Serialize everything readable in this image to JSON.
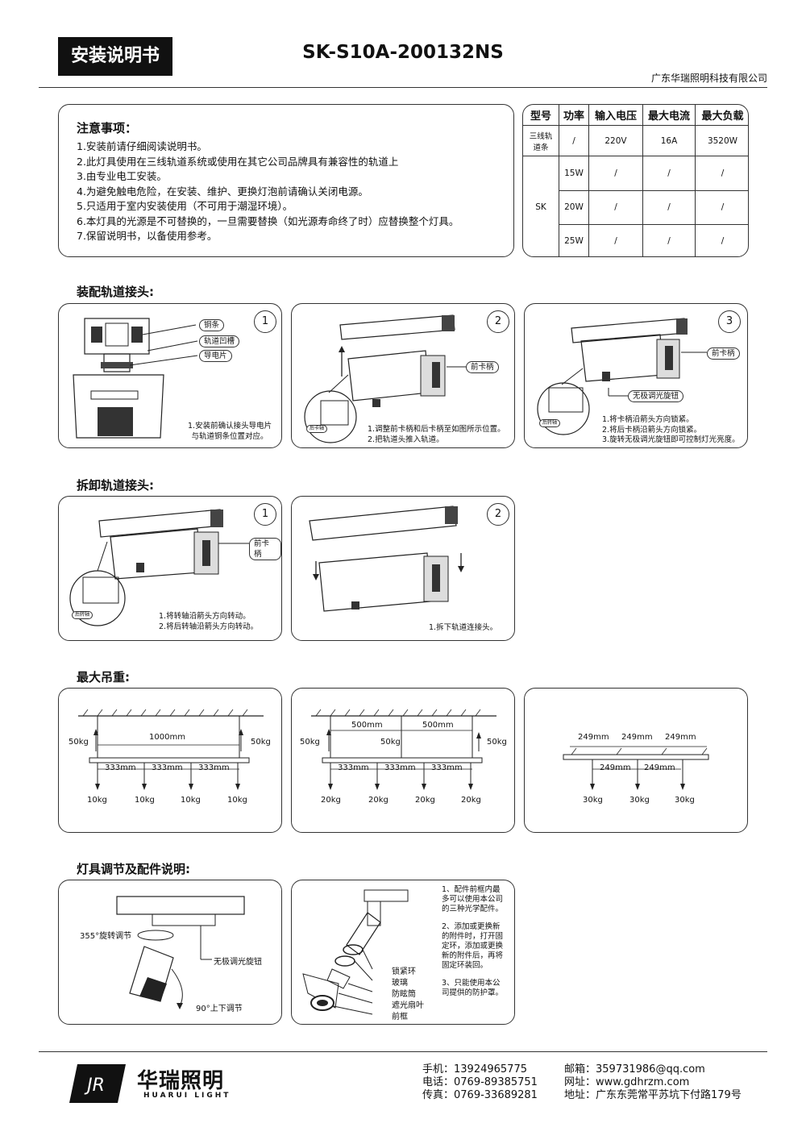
{
  "header": {
    "tag": "安装说明书",
    "model": "SK-S10A-200132NS",
    "company": "广东华瑞照明科技有限公司"
  },
  "notice": {
    "title": "注意事项：",
    "items": [
      "1.安装前请仔细阅读说明书。",
      "2.此灯具使用在三线轨道系统或使用在其它公司品牌具有兼容性的轨道上",
      "3.由专业电工安装。",
      "4.为避免触电危险，在安装、维护、更换灯泡前请确认关闭电源。",
      "5.只适用于室内安装使用（不可用于潮湿环境）。",
      "6.本灯具的光源是不可替换的，一旦需要替换（如光源寿命终了时）应替换整个灯具。",
      "7.保留说明书，以备使用参考。"
    ]
  },
  "spec_table": {
    "headers": [
      "型号",
      "功率",
      "输入电压",
      "最大电流",
      "最大负载"
    ],
    "track_row": {
      "model": "三线轨道条",
      "power": "/",
      "voltage": "220V",
      "current": "16A",
      "load": "3520W"
    },
    "sk_model": "SK",
    "sk_rows": [
      {
        "power": "15W",
        "voltage": "/",
        "current": "/",
        "load": "/"
      },
      {
        "power": "20W",
        "voltage": "/",
        "current": "/",
        "load": "/"
      },
      {
        "power": "25W",
        "voltage": "/",
        "current": "/",
        "load": "/"
      }
    ]
  },
  "assembly": {
    "title": "装配轨道接头:",
    "panels": [
      {
        "num": "1",
        "labels": [
          "铜条",
          "轨道凹槽",
          "导电片"
        ],
        "note": [
          "1.安装前确认接头导电片",
          "与轨道铜条位置对应。"
        ]
      },
      {
        "num": "2",
        "labels": [
          "前卡柄",
          "后卡轴"
        ],
        "note": [
          "1.调整前卡柄和后卡柄至如图所示位置。",
          "2.把轨道头推入轨道。"
        ]
      },
      {
        "num": "3",
        "labels": [
          "前卡柄",
          "无极调光旋钮",
          "后转轴"
        ],
        "note": [
          "1.将卡柄沿箭头方向锁紧。",
          "2.将后卡柄沿箭头方向锁紧。",
          "3.旋转无极调光旋钮即可控制灯光亮度。"
        ]
      }
    ]
  },
  "removal": {
    "title": "拆卸轨道接头:",
    "panels": [
      {
        "num": "1",
        "labels": [
          "前卡柄",
          "后转轴"
        ],
        "note": [
          "1.将转轴沿箭头方向转动。",
          "2.将后转轴沿箭头方向转动。"
        ]
      },
      {
        "num": "2",
        "labels": [],
        "note": [
          "1.拆下轨道连接头。"
        ]
      }
    ]
  },
  "max_weight": {
    "title": "最大吊重:",
    "panel1": {
      "span": "1000mm",
      "side": "50kg",
      "segs": [
        "333mm",
        "333mm",
        "333mm"
      ],
      "loads": [
        "10kg",
        "10kg",
        "10kg",
        "10kg"
      ]
    },
    "panel2": {
      "spans": [
        "500mm",
        "500mm"
      ],
      "side": "50kg",
      "mid": "50kg",
      "segs": [
        "333mm",
        "333mm",
        "333mm"
      ],
      "loads": [
        "20kg",
        "20kg",
        "20kg",
        "20kg"
      ]
    },
    "panel3": {
      "top": [
        "249mm",
        "249mm",
        "249mm"
      ],
      "bottom": [
        "249mm",
        "249mm"
      ],
      "loads": [
        "30kg",
        "30kg",
        "30kg"
      ]
    }
  },
  "adjust": {
    "title": "灯具调节及配件说明:",
    "rotate": "355°旋转调节",
    "knob": "无极调光旋钮",
    "tilt": "90°上下调节",
    "parts": [
      "锁紧环",
      "玻璃",
      "防眩筒",
      "遮光扇叶",
      "前框"
    ],
    "desc": [
      "1、配件前框内最多可以使用本公司的三种光学配件。",
      "2、添加或更换新的附件时，打开固定环，添加或更换新的附件后，再将固定环装回。",
      "3、只能使用本公司提供的防护罩。"
    ]
  },
  "footer": {
    "brand": "华瑞照明",
    "brand_en": "HUARUI LIGHT",
    "logo_letters": "JR",
    "mobile": "手机：13924965775",
    "phone": "电话：0769-89385751",
    "fax": "传真：0769-33689281",
    "email": "邮箱：359731986@qq.com",
    "web": "网址：www.gdhrzm.com",
    "address": "地址：广东东莞常平苏坑下付路179号"
  }
}
